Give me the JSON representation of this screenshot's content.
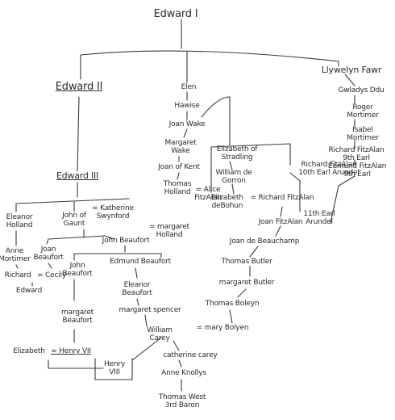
{
  "diagram": {
    "title": "Edward I",
    "nodes": {
      "edward1": "Edward I",
      "llywelyn": "Llywelyn Fawr",
      "edward2": "Edward II",
      "elen": "Elen",
      "hawise": "Hawise",
      "joanwake": "Joan Wake",
      "margaretwake": "Margaret\nWake",
      "joanofkent": "Joan of Kent",
      "thomasholland": "Thomas\nHolland",
      "alicefitzalan": "= Alice\nFitzAlan",
      "gwladys": "Gwladys Ddu",
      "roger": "Roger\nMortimer",
      "isabel": "Isabel\nMortimer",
      "richard9": "Richard FitzAlan\n9th Earl",
      "edmund9": "Edmund FitzAlan\n9th Earl",
      "elizabethstradling": "Elizabeth of\nStradling",
      "williamgorron": "William de\nGorron",
      "richard10": "Richard FitzAlan\n10th Earl Arundel",
      "richard11": "11th Earl\nArundel",
      "edward3": "Edward III",
      "eleanorholland": "Eleanor\nHolland",
      "johnofgaunt": "John of\nGaunt",
      "katherine": "= Katherine\nSwynford",
      "elizabethdebohun": "Elizabeth\ndeBohun",
      "richardfitzalan": "= Richard FitzAlan",
      "joanfitzalan": "Joan FitzAlan",
      "annemortimer": "Anne\nMortimer",
      "joanbeaufort": "Joan\nBeaufort",
      "johnbeaufort1": "John Beaufort",
      "margaretholland": "= margaret\nHolland",
      "joandebeauchamp": "Joan de Beauchamp",
      "richard": "Richard",
      "cecily": "= Cecily",
      "edward": "Edward",
      "johnbeaufort2": "John\nBeaufort",
      "edmundbeaufort": "Edmund Beaufort",
      "thomasbutler": "Thomas Butler",
      "margaretbutler": "margaret Butler",
      "eleanorbeaufort": "Eleanor\nBeaufort",
      "margaretbeaufort": "margaret\nBeaufort",
      "margaretspencer": "margaret spencer",
      "thomasboleyn": "Thomas Boleyn",
      "williamcarey": "William\nCarey",
      "marybolyen": "= mary Bolyen",
      "elizabeth": "Elizabeth",
      "henry7": "= Henry VII",
      "henry8": "Henry\nVIII",
      "catherinecarey": "catherine carey",
      "anneknollys": "Anne Knollys",
      "thomaswest": "Thomas West\n3rd Baron"
    }
  }
}
